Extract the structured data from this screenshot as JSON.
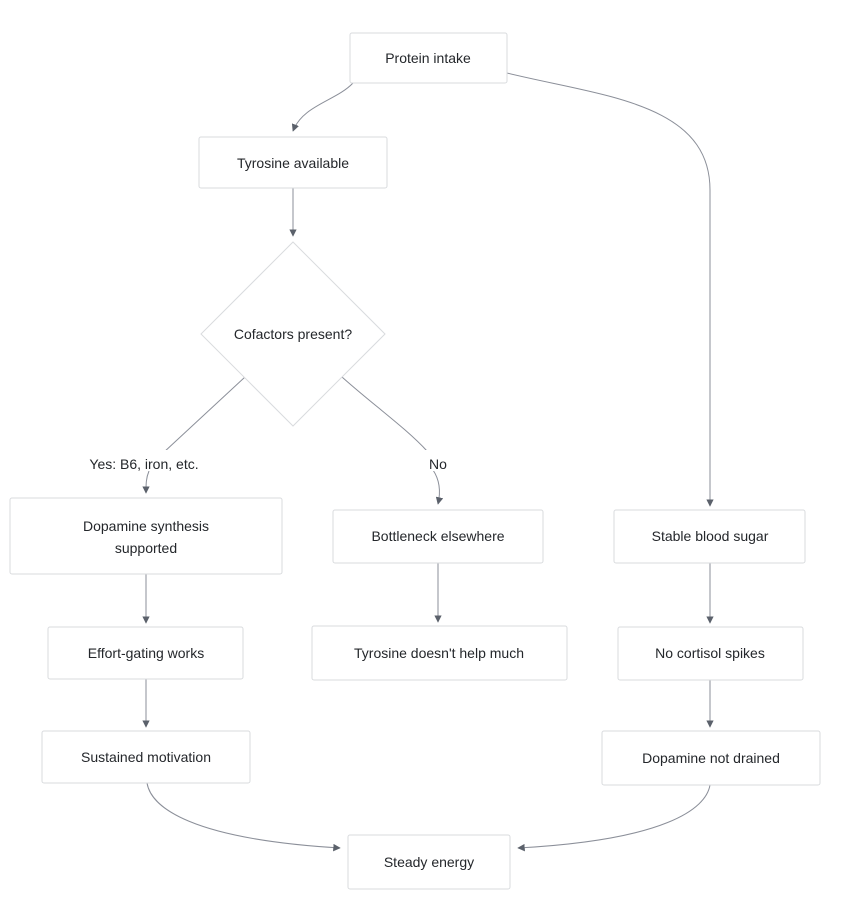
{
  "diagram": {
    "type": "flowchart",
    "colors": {
      "bg": "#ffffff",
      "node_fill": "#ffffff",
      "node_border": "#d9dbde",
      "text_color": "#24272b",
      "edge_color": "#8b8f99",
      "arrow_color": "#5b616b"
    },
    "nodes": {
      "protein_intake": {
        "label": "Protein intake",
        "shape": "rect"
      },
      "tyrosine_available": {
        "label": "Tyrosine available",
        "shape": "rect"
      },
      "cofactors_present": {
        "label": "Cofactors present?",
        "shape": "diamond"
      },
      "dopamine_synthesis": {
        "lines": [
          "Dopamine synthesis",
          "supported"
        ],
        "shape": "rect"
      },
      "effort_gating": {
        "label": "Effort-gating works",
        "shape": "rect"
      },
      "sustained_motivation": {
        "label": "Sustained motivation",
        "shape": "rect"
      },
      "bottleneck_elsewhere": {
        "label": "Bottleneck elsewhere",
        "shape": "rect"
      },
      "tyrosine_no_help": {
        "label": "Tyrosine doesn't help much",
        "shape": "rect"
      },
      "stable_blood_sugar": {
        "label": "Stable blood sugar",
        "shape": "rect"
      },
      "no_cortisol_spikes": {
        "label": "No cortisol spikes",
        "shape": "rect"
      },
      "dopamine_not_drained": {
        "label": "Dopamine not drained",
        "shape": "rect"
      },
      "steady_energy": {
        "label": "Steady energy",
        "shape": "rect"
      }
    },
    "edge_labels": {
      "yes": "Yes: B6, iron, etc.",
      "no": "No"
    },
    "edges": [
      "protein_intake -> tyrosine_available",
      "tyrosine_available -> cofactors_present",
      "cofactors_present -> dopamine_synthesis (Yes: B6, iron, etc.)",
      "cofactors_present -> bottleneck_elsewhere (No)",
      "dopamine_synthesis -> effort_gating",
      "effort_gating -> sustained_motivation",
      "bottleneck_elsewhere -> tyrosine_no_help",
      "protein_intake -> stable_blood_sugar",
      "stable_blood_sugar -> no_cortisol_spikes",
      "no_cortisol_spikes -> dopamine_not_drained",
      "sustained_motivation -> steady_energy",
      "dopamine_not_drained -> steady_energy"
    ]
  }
}
